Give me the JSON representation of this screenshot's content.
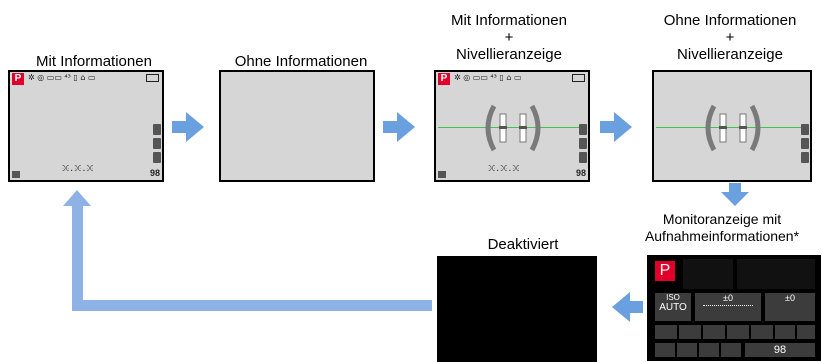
{
  "colors": {
    "accent": "#6a9fe0",
    "level_line": "#3fc34a",
    "p_badge": "#e1002a"
  },
  "labels": {
    "step1": "Mit Informationen",
    "step2": "Ohne Informationen",
    "step3": [
      "Mit Informationen",
      "+",
      "Nivellieranzeige"
    ],
    "step4": [
      "Ohne Informationen",
      "+",
      "Nivellieranzeige"
    ],
    "step5": [
      "Monitoranzeige mit",
      "Aufnahmeinformationen*"
    ],
    "step6": "Deaktiviert"
  },
  "screen": {
    "mode": "P",
    "top_icons": "✲ ◎ ▭▭ ⁴³ ▯ ⌂ ▭",
    "bottom_text": "ꖻ.ꖻ.ꖻ",
    "count": "98"
  },
  "panel": {
    "mode": "P",
    "iso_label": "ISO",
    "iso_value": "AUTO",
    "ev": "±0",
    "count": "98"
  }
}
